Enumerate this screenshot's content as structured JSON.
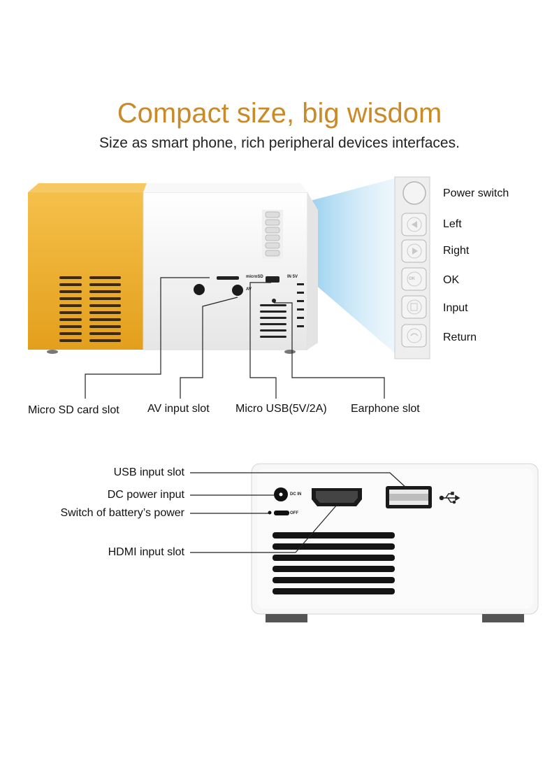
{
  "header": {
    "title": "Compact size, big wisdom",
    "subtitle": "Size as smart phone, rich peripheral devices interfaces."
  },
  "panel_buttons": [
    {
      "label": "Power switch",
      "icon": "power-button-icon"
    },
    {
      "label": "Left",
      "icon": "left-arrow-icon"
    },
    {
      "label": "Right",
      "icon": "right-arrow-icon"
    },
    {
      "label": "OK",
      "icon": "ok-icon"
    },
    {
      "label": "Input",
      "icon": "input-icon"
    },
    {
      "label": "Return",
      "icon": "return-icon"
    }
  ],
  "panel_icon_text": {
    "ok": "OK"
  },
  "front_ports": {
    "microsd": "Micro SD card slot",
    "av": "AV input slot",
    "usb": "Micro USB(5V/2A)",
    "earphone": "Earphone slot"
  },
  "front_markings": {
    "microsd": "microSD",
    "av": "AV",
    "in5v": "IN 5V"
  },
  "back_ports": {
    "usb": "USB input slot",
    "dc": "DC power input",
    "battery_switch": "Switch of battery’s power",
    "hdmi": "HDMI input slot"
  },
  "back_markings": {
    "dc": "DC IN",
    "off": "OFF"
  },
  "colors": {
    "accent": "#c98a2a",
    "body_yellow": "#f0b12c",
    "body_white": "#f2f2f2"
  }
}
